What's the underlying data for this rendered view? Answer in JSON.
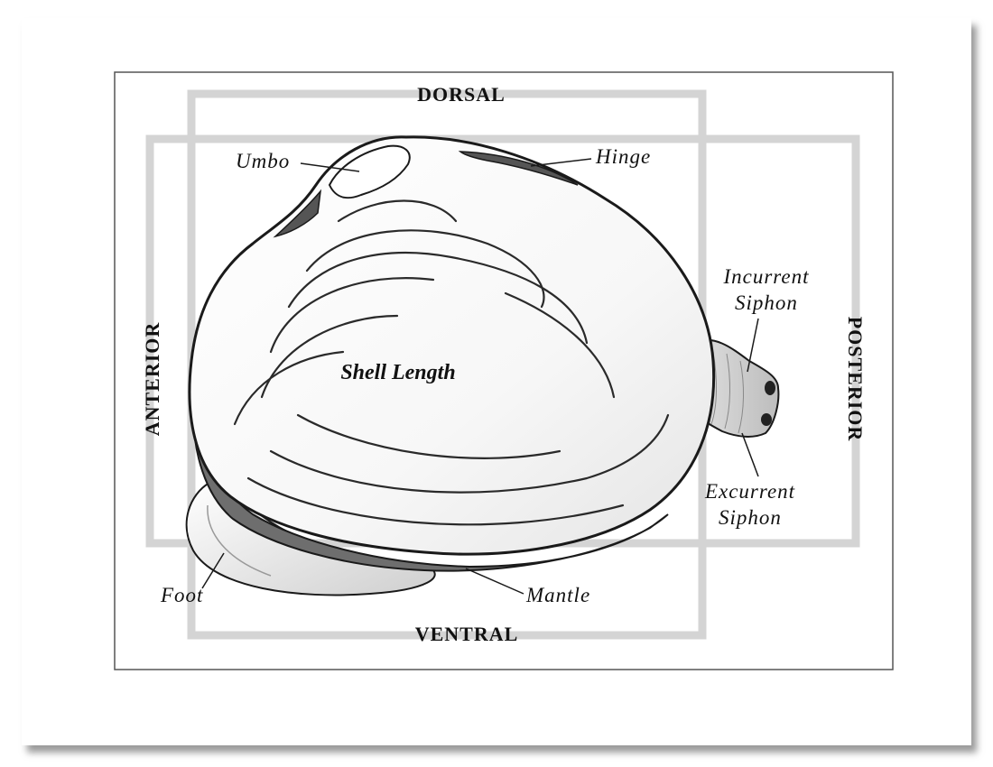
{
  "orientation": {
    "dorsal": "DORSAL",
    "ventral": "VENTRAL",
    "anterior": "ANTERIOR",
    "posterior": "POSTERIOR"
  },
  "measurement": {
    "shell_length": "Shell Length"
  },
  "parts": {
    "umbo": "Umbo",
    "hinge": "Hinge",
    "incurrent_siphon_line1": "Incurrent",
    "incurrent_siphon_line2": "Siphon",
    "excurrent_siphon_line1": "Excurrent",
    "excurrent_siphon_line2": "Siphon",
    "foot": "Foot",
    "mantle": "Mantle"
  },
  "colors": {
    "frame_line": "#555555",
    "guide_bar": "#d6d6d6",
    "shell_fill": "#fafafa",
    "mantle_fill": "#6e6e6e",
    "outline": "#1a1a1a"
  }
}
